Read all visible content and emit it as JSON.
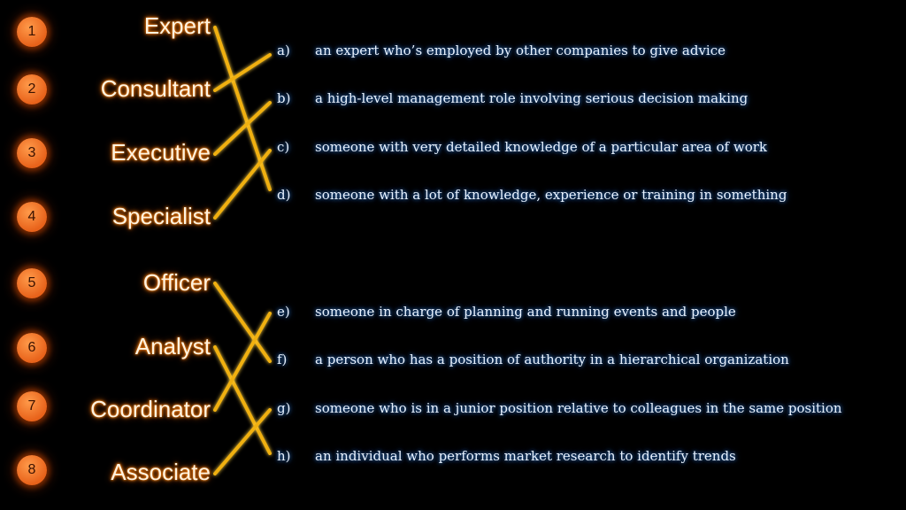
{
  "badges": [
    "1",
    "2",
    "3",
    "4",
    "5",
    "6",
    "7",
    "8"
  ],
  "terms": [
    "Expert",
    "Consultant",
    "Executive",
    "Specialist",
    "Officer",
    "Analyst",
    "Coordinator",
    "Associate"
  ],
  "letters": [
    "a)",
    "b)",
    "c)",
    "d)",
    "e)",
    "f)",
    "g)",
    "h)"
  ],
  "definitions": [
    "an expert who’s employed by other companies to give advice",
    "a high-level management role involving serious decision making",
    "someone with very detailed knowledge of a particular area of work",
    "someone with a lot of knowledge, experience or training in something",
    "someone in charge of planning and running events and people",
    "a person who has a position of authority in a hierarchical organization",
    "someone who is in a junior position relative to colleagues in the same position",
    "an individual who performs market research to identify trends"
  ],
  "colors": {
    "badge": "#e8621a",
    "term_glow": "#ff7a00",
    "definition_glow": "#3a7fd0",
    "connector": "#f0b010"
  }
}
